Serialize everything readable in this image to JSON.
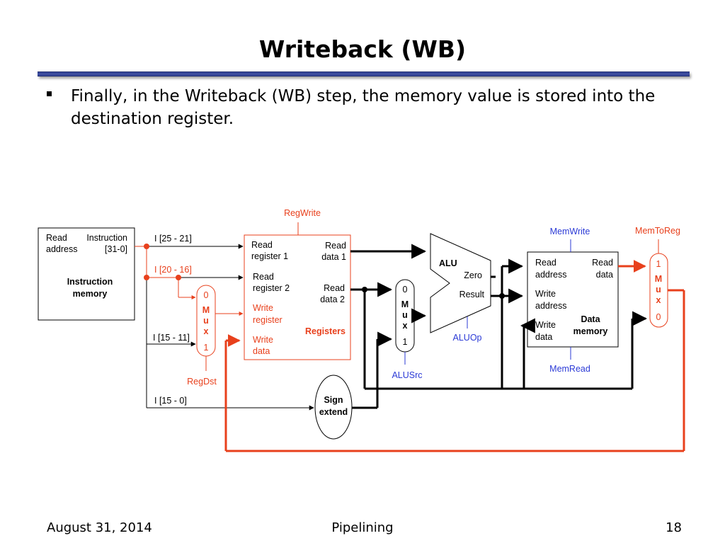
{
  "slide": {
    "title": "Writeback (WB)",
    "bullet": "Finally, in the Writeback (WB) step, the memory value is stored into the destination register."
  },
  "footer": {
    "date": "August 31, 2014",
    "topic": "Pipelining",
    "page": "18"
  },
  "diagram": {
    "instruction_memory": {
      "read": "Read",
      "address": "address",
      "instruction": "Instruction",
      "bits": "[31-0]",
      "name1": "Instruction",
      "name2": "memory"
    },
    "fields": {
      "rs": "I [25 - 21]",
      "rt": "I [20 - 16]",
      "rd": "I [15 - 11]",
      "imm": "I [15 - 0]"
    },
    "registers": {
      "read_reg1_a": "Read",
      "read_reg1_b": "register 1",
      "read_reg2_a": "Read",
      "read_reg2_b": "register 2",
      "write_reg_a": "Write",
      "write_reg_b": "register",
      "write_data_a": "Write",
      "write_data_b": "data",
      "read_data1_a": "Read",
      "read_data1_b": "data 1",
      "read_data2_a": "Read",
      "read_data2_b": "data 2",
      "name": "Registers"
    },
    "regdst_mux": {
      "in0": "0",
      "m": "M",
      "u": "u",
      "x": "x",
      "in1": "1"
    },
    "alusrc_mux": {
      "in0": "0",
      "m": "M",
      "u": "u",
      "x": "x",
      "in1": "1"
    },
    "memtoreg_mux": {
      "in1": "1",
      "m": "M",
      "u": "u",
      "x": "x",
      "in0": "0"
    },
    "sign_extend": {
      "line1": "Sign",
      "line2": "extend"
    },
    "alu": {
      "name": "ALU",
      "zero": "Zero",
      "result": "Result"
    },
    "data_memory": {
      "read_addr_a": "Read",
      "read_addr_b": "address",
      "write_addr_a": "Write",
      "write_addr_b": "address",
      "write_data_a": "Write",
      "write_data_b": "data",
      "read_data_a": "Read",
      "read_data_b": "data",
      "name1": "Data",
      "name2": "memory"
    },
    "controls": {
      "regwrite": "RegWrite",
      "regdst": "RegDst",
      "alusrc": "ALUSrc",
      "aluop": "ALUOp",
      "memwrite": "MemWrite",
      "memread": "MemRead",
      "memtoreg": "MemToReg"
    },
    "colors": {
      "highlight": "#e8401c",
      "control": "#2b3ad6",
      "wire": "#000000"
    }
  }
}
